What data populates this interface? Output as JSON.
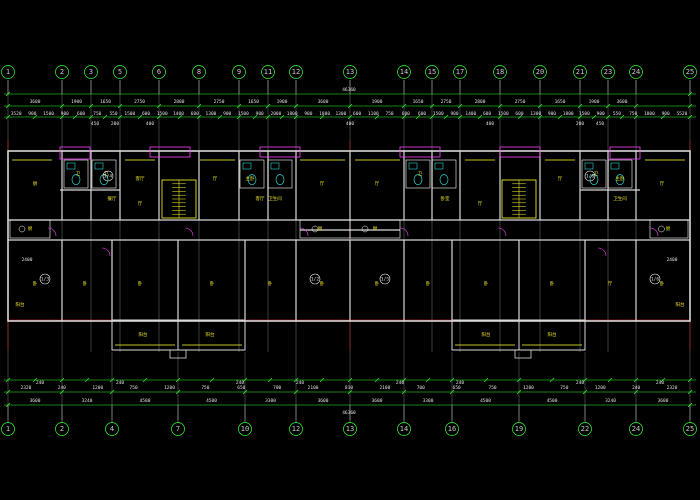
{
  "grid_top": [
    "1",
    "2",
    "3",
    "5",
    "6",
    "8",
    "9",
    "11",
    "12",
    "13",
    "14",
    "15",
    "17",
    "18",
    "20",
    "21",
    "23",
    "24",
    "25"
  ],
  "grid_bottom": [
    "1",
    "2",
    "4",
    "7",
    "10",
    "12",
    "13",
    "14",
    "16",
    "19",
    "22",
    "24",
    "25"
  ],
  "dims_top_total": "46360",
  "dims_top_main": [
    "3600",
    "1900",
    "1650",
    "2750",
    "2800",
    "2750",
    "1650",
    "1900",
    "3600",
    "1900",
    "1650",
    "2750",
    "2800",
    "2750",
    "1650",
    "1900",
    "3600"
  ],
  "dims_top_sub": [
    "3520",
    "900",
    "1500",
    "900",
    "600",
    "750",
    "550",
    "1500",
    "600",
    "1500",
    "1400",
    "600",
    "1300",
    "900",
    "1500",
    "900",
    "2000",
    "1800",
    "900",
    "1800",
    "1300",
    "600",
    "1100",
    "750",
    "600",
    "600",
    "1500",
    "900",
    "1400",
    "600",
    "1500",
    "600",
    "1300",
    "900",
    "1800",
    "1500",
    "900",
    "550",
    "750",
    "1800",
    "900",
    "5520"
  ],
  "dims_top_small": [
    "450",
    "200",
    "400",
    "400",
    "400",
    "200",
    "450"
  ],
  "dims_bottom_total": "46360",
  "dims_bottom_main": [
    "3600",
    "3240",
    "4500",
    "4500",
    "3300",
    "3600",
    "3600",
    "3300",
    "4500",
    "4500",
    "3240",
    "3600"
  ],
  "dims_bottom_sub": [
    "2320",
    "240",
    "1200",
    "750",
    "1200",
    "750",
    "650",
    "700",
    "2100",
    "810",
    "2100",
    "700",
    "650",
    "750",
    "1200",
    "750",
    "1200",
    "240",
    "2320"
  ],
  "dims_bottom_small": [
    "240",
    "240",
    "240",
    "240",
    "240",
    "240",
    "240",
    "240"
  ],
  "room_labels": [
    "厨",
    "卧",
    "卧",
    "卧",
    "卧",
    "卧",
    "卧",
    "卧",
    "卧",
    "卧",
    "卧",
    "卧",
    "厅",
    "厅",
    "厅",
    "厅",
    "厅",
    "厅",
    "厅",
    "厅",
    "卫",
    "卫",
    "卫",
    "卫",
    "阳台",
    "阳台",
    "阳台",
    "阳台",
    "阳台",
    "阳台",
    "厨",
    "厨",
    "厨",
    "厨",
    "客厅",
    "卧室",
    "主卧",
    "餐厅",
    "卫生间",
    "卫生间",
    "主卧",
    "客厅"
  ],
  "elev_labels": [
    "2400",
    "2400"
  ],
  "marker_labels": [
    "1/4",
    "1/3",
    "1/2",
    "1/5",
    "1/6",
    "1/8"
  ],
  "colors": {
    "background": "#000000",
    "grid_line": "#c8c8c8",
    "axis_red": "#ff2020",
    "wall": "#d8d8d8",
    "dimension_green": "#30ff30",
    "furniture_yellow": "#ffff30",
    "magenta": "#ff40ff",
    "cyan": "#30ffff",
    "text": "#ffffff"
  }
}
